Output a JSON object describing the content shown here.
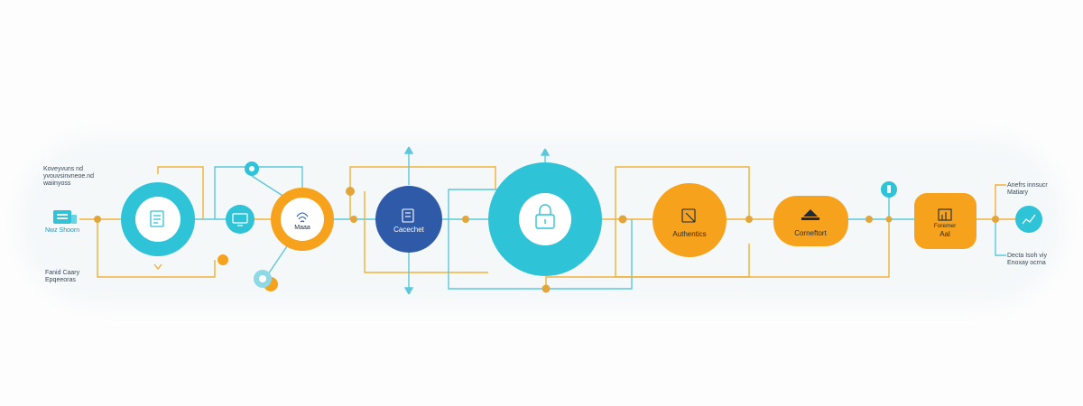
{
  "colors": {
    "teal": "#2fc3d7",
    "orange": "#f6a21c",
    "navy": "#2f5aa8",
    "line_teal": "#5cc7d9",
    "line_orange": "#f0b13a",
    "dot": "#e3a53a"
  },
  "left_panel": {
    "top_note_lines": [
      "Koveyvuns nd",
      "yvouvsinvneoe.nd",
      "waiinyoss"
    ],
    "source_label": "Nwz Shoorn",
    "bottom_note_lines": [
      "Fanid Caary",
      "Epqeeoras"
    ]
  },
  "nodes": [
    {
      "id": "doc-node",
      "icon": "document-icon",
      "label": ""
    },
    {
      "id": "monitor-node",
      "icon": "monitor-icon",
      "label": ""
    },
    {
      "id": "fingerprint-node",
      "icon": "fingerprint-icon",
      "label": "Maaa"
    },
    {
      "id": "cache-node",
      "icon": "server-icon",
      "label": "Cacechet"
    },
    {
      "id": "lock-node",
      "icon": "lock-icon",
      "label": ""
    },
    {
      "id": "auth-node",
      "icon": "folder-icon",
      "label": "Authentics"
    },
    {
      "id": "connect-node",
      "icon": "stack-icon",
      "label": "Corneftort"
    },
    {
      "id": "final-node",
      "icon": "chart-icon",
      "label_lines": [
        "Foremer",
        "Aal"
      ]
    },
    {
      "id": "output-node",
      "icon": "analytics-icon",
      "label": ""
    }
  ],
  "right_panel": {
    "top_note_lines": [
      "Anefrs innsucr",
      "Matiary"
    ],
    "bottom_note_lines": [
      "Decta Isoh viy",
      "Enoxay ocrna"
    ]
  }
}
